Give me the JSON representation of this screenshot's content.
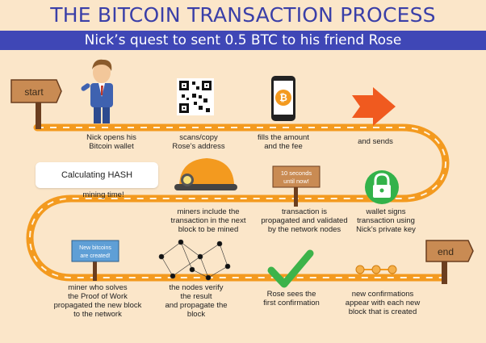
{
  "header": {
    "title": "THE BITCOIN TRANSACTION PROCESS",
    "subtitle": "Nick’s quest to sent 0.5 BTC to his friend Rose"
  },
  "signs": {
    "start": "start",
    "end": "end",
    "ten_seconds": "10 seconds\nuntil now!",
    "new_bitcoins": "New bitcoins\nare created!"
  },
  "bubble": {
    "text": "Calculating HASH"
  },
  "steps": [
    {
      "label": "Nick opens his\nBitcoin wallet"
    },
    {
      "label": "scans/copy\nRose’s address"
    },
    {
      "label": "fills the amount\nand the fee"
    },
    {
      "label": "and sends"
    },
    {
      "label": "mining time!"
    },
    {
      "label": "miners include the\ntransaction in the next\nblock to be mined"
    },
    {
      "label": "transaction is\npropagated and validated\nby the network nodes"
    },
    {
      "label": "wallet signs\ntransaction using\nNick’s private key"
    },
    {
      "label": "miner who solves\nthe Proof of Work\npropagated the new block\nto the network"
    },
    {
      "label": "the nodes verify\nthe result\nand propagate the\nblock"
    },
    {
      "label": "Rose sees the\nfirst confirmation"
    },
    {
      "label": "new confirmations\nappear with each new\nblock that is created"
    }
  ],
  "colors": {
    "title": "#3a3fa8",
    "banner": "#3f47b6",
    "road": "#f39a1f",
    "background": "#fbe6c9",
    "sign_wood": "#c98b53",
    "check": "#3db34a",
    "lock_bg": "#33b24a"
  }
}
